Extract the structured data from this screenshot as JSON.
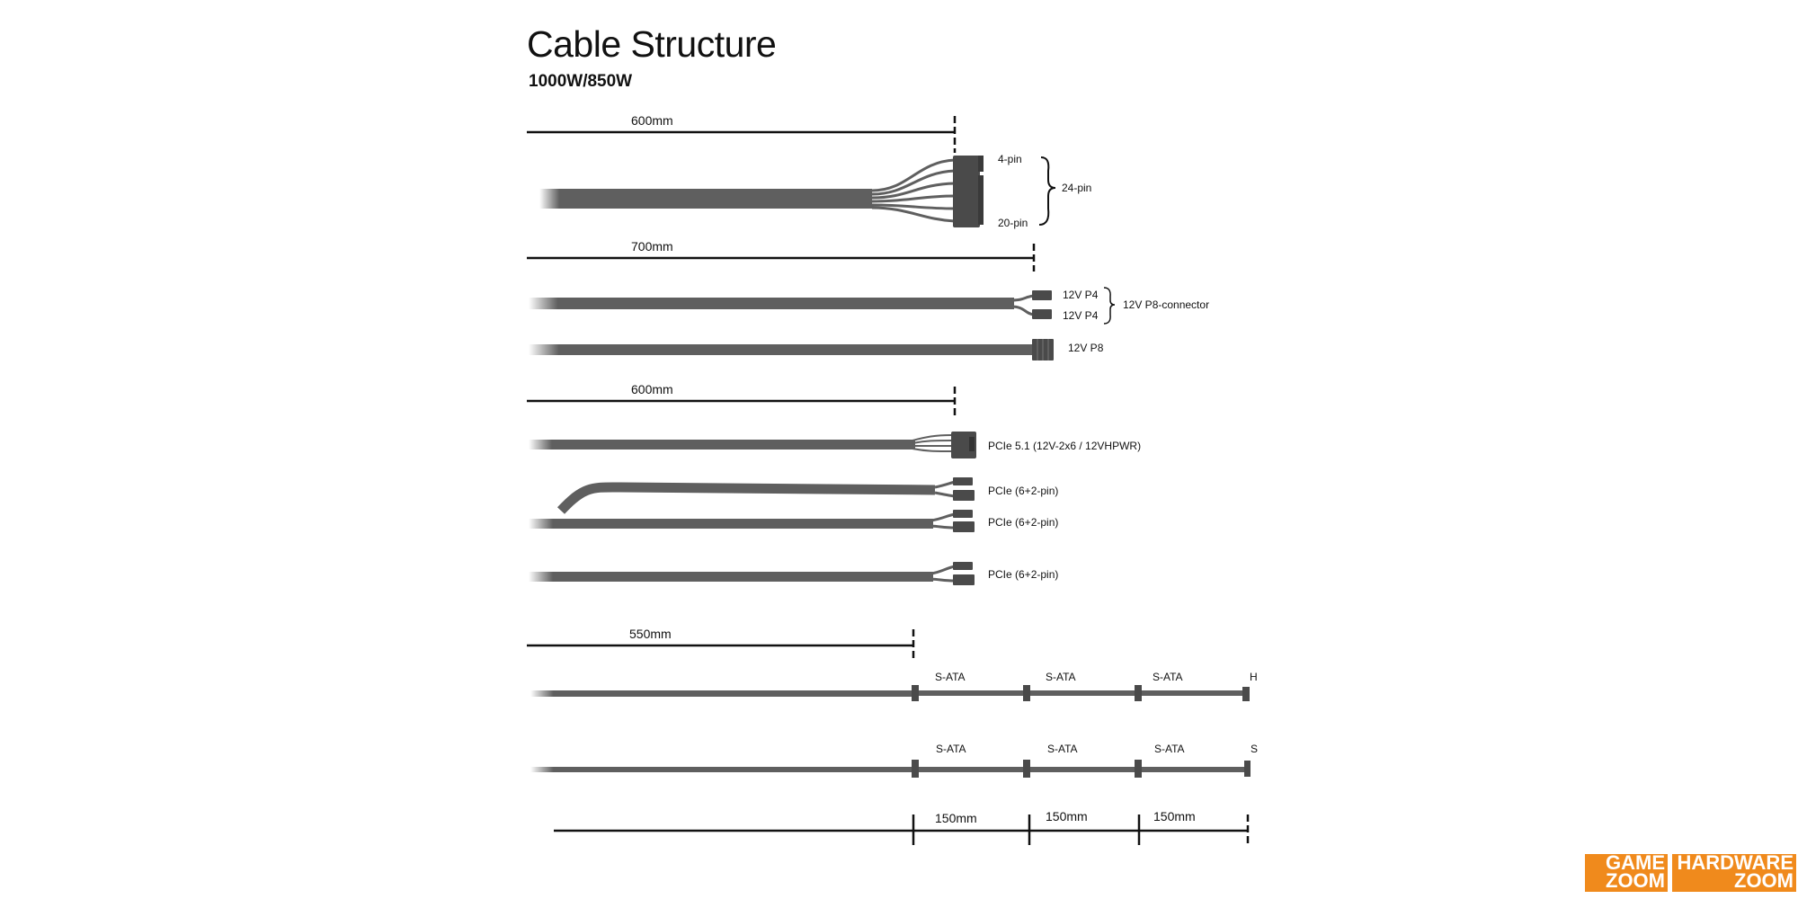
{
  "title": "Cable Structure",
  "subtitle": "1000W/850W",
  "dimensions": {
    "atx": "600mm",
    "cpu": "700mm",
    "pcie": "600mm",
    "sata_first": "550mm",
    "seg1": "150mm",
    "seg2": "150mm",
    "seg3": "150mm"
  },
  "atx_labels": {
    "pin4": "4-pin",
    "pin20": "20-pin",
    "pin24": "24-pin"
  },
  "cpu_labels": {
    "p4_a": "12V P4",
    "p4_b": "12V P4",
    "p8_connector": "12V P8-connector",
    "p8": "12V P8"
  },
  "pcie_labels": {
    "pcie51": "PCIe 5.1 (12V-2x6 / 12VHPWR)",
    "pcie_a": "PCIe (6+2-pin)",
    "pcie_b": "PCIe (6+2-pin)",
    "pcie_c": "PCIe (6+2-pin)"
  },
  "sata_row1": {
    "a": "S-ATA",
    "b": "S-ATA",
    "c": "S-ATA",
    "end": "H"
  },
  "sata_row2": {
    "a": "S-ATA",
    "b": "S-ATA",
    "c": "S-ATA",
    "end": "S"
  },
  "logos": {
    "game_top": "GAME",
    "game_bottom": "ZOOM",
    "hardware_top": "HARDWARE",
    "hardware_bottom": "ZOOM"
  },
  "colors": {
    "cable": "#5f5f5f",
    "connector": "#4a4a4a",
    "logo": "#f08a1c"
  }
}
